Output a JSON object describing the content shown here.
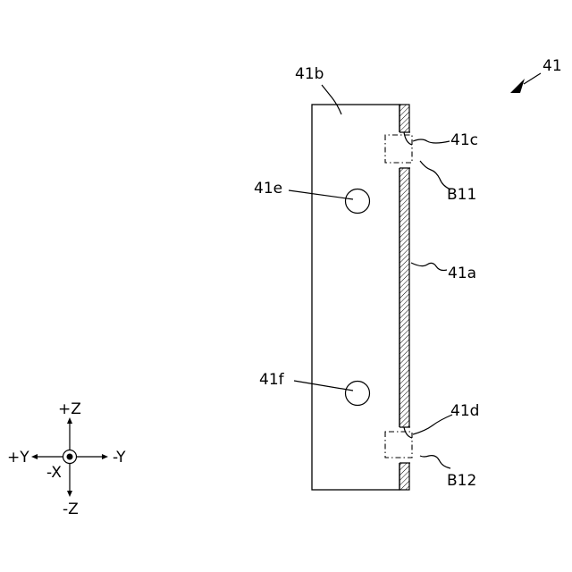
{
  "figure": {
    "assembly_label": "41",
    "labels": {
      "body": "41b",
      "strip": "41a",
      "upper_notch": "41c",
      "lower_notch": "41d",
      "upper_hole": "41e",
      "lower_hole": "41f",
      "upper_bolt": "B11",
      "lower_bolt": "B12"
    }
  },
  "axes": {
    "up": "+Z",
    "down": "-Z",
    "left": "+Y",
    "right": "-Y",
    "center": "-X"
  }
}
